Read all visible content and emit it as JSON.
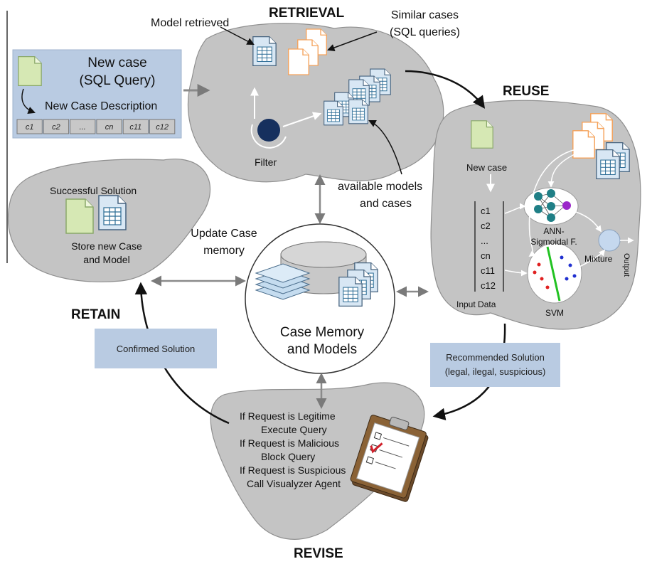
{
  "phases": {
    "retrieval": "RETRIEVAL",
    "reuse": "REUSE",
    "revise": "REVISE",
    "retain": "RETAIN"
  },
  "new_case_box": {
    "title_line1": "New case",
    "title_line2": "(SQL Query)",
    "description": "New Case Description",
    "fields": [
      "c1",
      "c2",
      "...",
      "cn",
      "c11",
      "c12"
    ]
  },
  "retrieval": {
    "model_retrieved": "Model retrieved",
    "similar_cases_line1": "Similar cases",
    "similar_cases_line2": "(SQL queries)",
    "filter": "Filter",
    "available_line1": "available models",
    "available_line2": "and cases"
  },
  "reuse": {
    "new_case": "New case",
    "inputs": [
      "c1",
      "c2",
      "...",
      "cn",
      "c11",
      "c12"
    ],
    "input_data": "Input Data",
    "ann_line1": "ANN-",
    "ann_line2": "Sigmoidal F.",
    "svm": "SVM",
    "mixture": "Mixture",
    "output": "Output"
  },
  "retain": {
    "successful": "Successful Solution",
    "store_line1": "Store new Case",
    "store_line2": "and Model"
  },
  "center": {
    "update_line1": "Update Case",
    "update_line2": "memory",
    "memory_line1": "Case Memory",
    "memory_line2": "and Models"
  },
  "confirmed_solution": "Confirmed Solution",
  "recommended": {
    "line1": "Recommended Solution",
    "line2": "(legal, ilegal, suspicious)"
  },
  "revise": {
    "lines": [
      "If Request is Legitime",
      "Execute Query",
      "If Request is Malicious",
      "Block Query",
      "If Request is Suspicious",
      "Call Visualyzer Agent"
    ]
  },
  "colors": {
    "blob": "#c4c4c4",
    "blob_stroke": "#8f8f8f",
    "label_box": "#b9cbe2",
    "doc_green": "#d6e8b4",
    "doc_blue": "#cfe1f1",
    "doc_orange_stroke": "#f5a25a",
    "node_teal": "#1f7f86",
    "node_purple": "#9b27c9",
    "filter_dot": "#16305e"
  }
}
